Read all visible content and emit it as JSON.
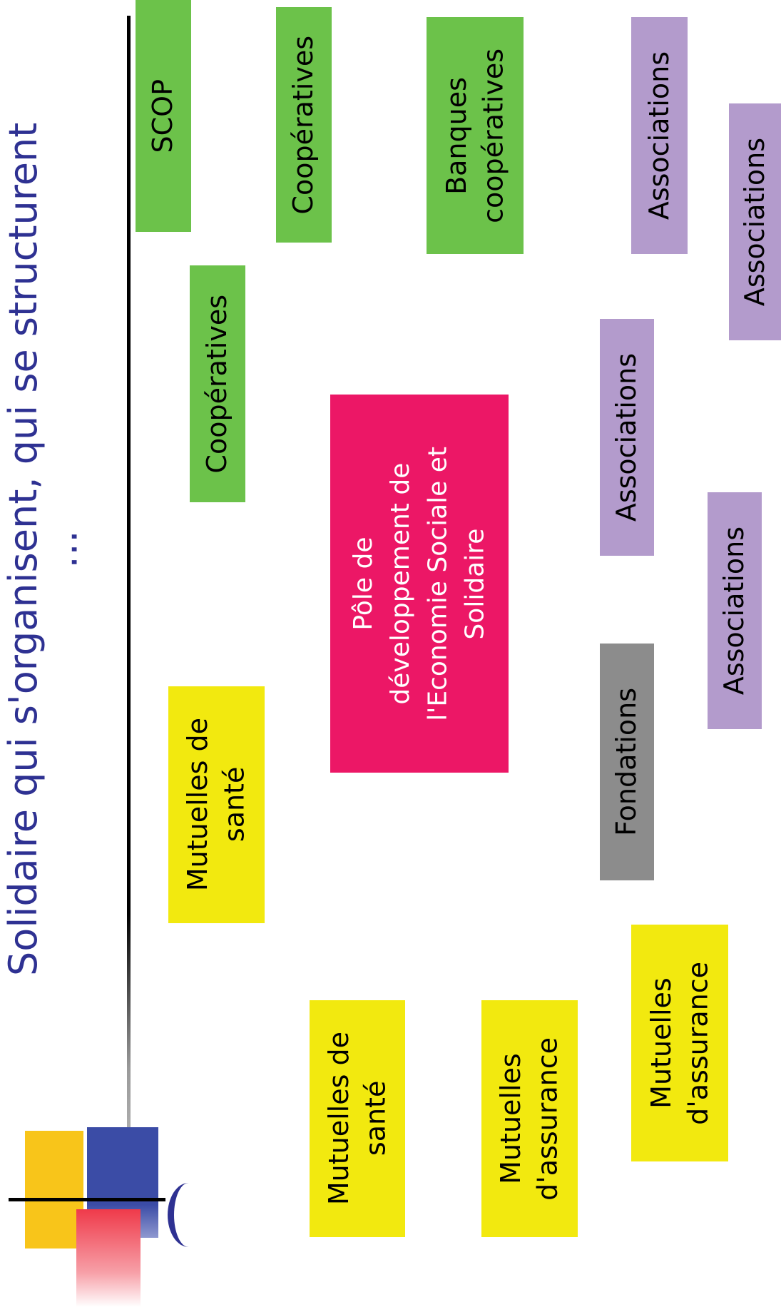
{
  "title": "Solidaire qui s'organisent, qui se structurent …",
  "nodes": {
    "scop": "SCOP",
    "coop_top": "Coopératives",
    "banques": "Banques\ncoopératives",
    "assoc_top_right": "Associations",
    "coop_mid": "Coopératives",
    "assoc_right": "Associations",
    "assoc_mid": "Associations",
    "pole": "Pôle de\ndéveloppement de\nl'Economie Sociale et\nSolidaire",
    "mutuelles_sante_1": "Mutuelles de\nsanté",
    "assoc_low": "Associations",
    "fondations": "Fondations",
    "mutuelles_sante_2": "Mutuelles de\nsanté",
    "mutuelles_assurance_1": "Mutuelles\nd'assurance",
    "mutuelles_assurance_2": "Mutuelles\nd'assurance"
  },
  "colors": {
    "title_text": "#2e3192",
    "green": "#6cc24a",
    "yellow": "#f2e90f",
    "purple": "#b39bcc",
    "gray": "#8c8c8c",
    "magenta": "#ec1766"
  }
}
